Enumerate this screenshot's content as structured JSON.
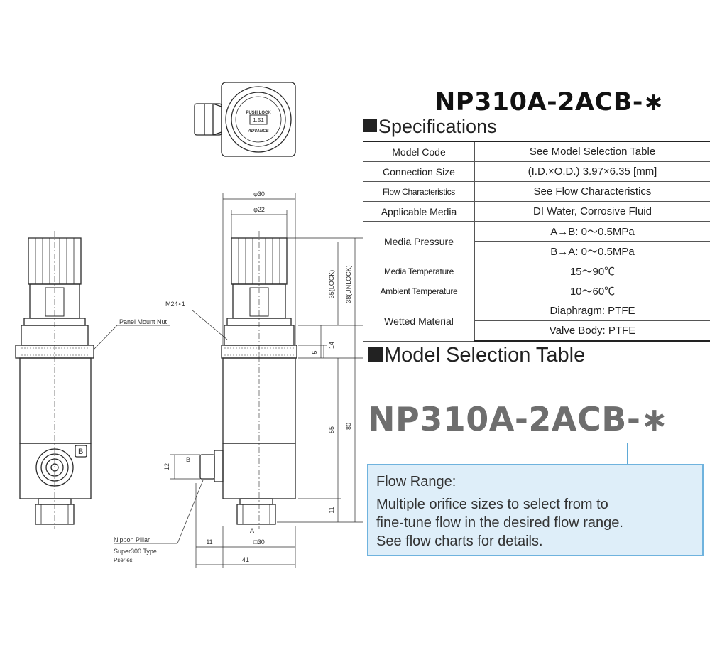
{
  "title": "NP310A-2ACB-∗",
  "specifications": {
    "heading": "Specifications",
    "rows": [
      {
        "label": "Model Code",
        "values": [
          "See Model Selection Table"
        ]
      },
      {
        "label": "Connection Size",
        "values": [
          "(I.D.×O.D.) 3.97×6.35 [mm]"
        ]
      },
      {
        "label": "Flow Characteristics",
        "values": [
          "See Flow Characteristics"
        ]
      },
      {
        "label": "Applicable Media",
        "values": [
          "DI Water, Corrosive Fluid"
        ]
      },
      {
        "label": "Media Pressure",
        "values": [
          "A→B: 0〜0.5MPa",
          "B→A: 0〜0.5MPa"
        ]
      },
      {
        "label": "Media Temperature",
        "values": [
          "15〜90℃"
        ]
      },
      {
        "label": "Ambient Temperature",
        "values": [
          "10〜60℃"
        ]
      },
      {
        "label": "Wetted Material",
        "values": [
          "Diaphragm: PTFE",
          "Valve Body: PTFE"
        ]
      }
    ]
  },
  "model_selection": {
    "heading": "Model Selection Table",
    "model": "NP310A-2ACB-∗",
    "callout_title": "Flow Range:",
    "callout_lines": [
      "Multiple orifice sizes to select from to",
      "fine-tune flow in the desired flow range.",
      "See flow charts for details."
    ]
  },
  "drawing": {
    "knob_top_text": "PUSH LOCK",
    "knob_center_text": "1.51",
    "knob_brand": "ADVANCE",
    "port_b": "B",
    "port_a": "A",
    "thread": "M24×1",
    "panel_nut": "Panel Mount Nut",
    "fitting_line1": "Nippon Pillar",
    "fitting_line2": "Super300 Type",
    "fitting_line3": "Pseries",
    "dim_d30": "φ30",
    "dim_d22": "φ22",
    "dim_35": "35(LOCK)",
    "dim_38": "38(UNLOCK)",
    "dim_14": "14",
    "dim_5": "5",
    "dim_55": "55",
    "dim_80": "80",
    "dim_11v": "11",
    "dim_12": "12",
    "dim_11h": "11",
    "dim_sq30": "□30",
    "dim_41": "41"
  },
  "colors": {
    "callout_bg": "#deeef9",
    "callout_border": "#6fb3de",
    "model_gray": "#6e6e6e"
  }
}
